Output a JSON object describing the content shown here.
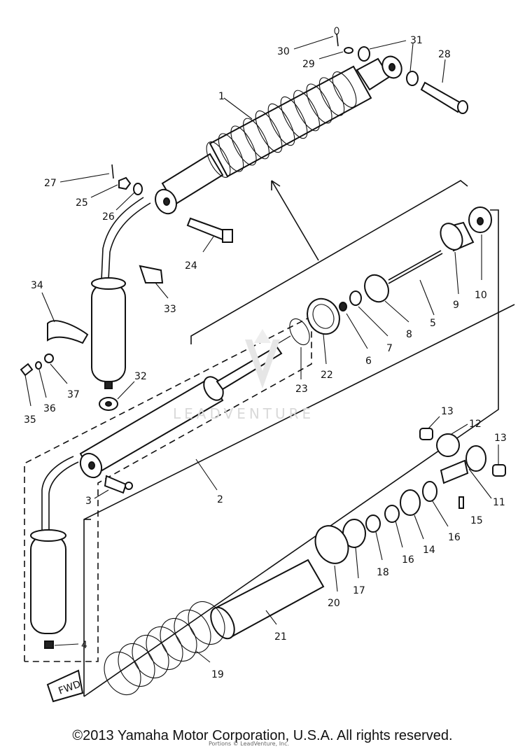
{
  "diagram": {
    "watermark": "LEADVENTURE",
    "fwd_label": "FWD",
    "callouts": [
      "1",
      "2",
      "3",
      "4",
      "5",
      "6",
      "7",
      "8",
      "9",
      "10",
      "11",
      "12",
      "13",
      "13",
      "14",
      "15",
      "16",
      "16",
      "17",
      "18",
      "19",
      "20",
      "21",
      "22",
      "23",
      "24",
      "25",
      "26",
      "27",
      "28",
      "29",
      "30",
      "31",
      "32",
      "33",
      "34",
      "35",
      "36",
      "37"
    ]
  },
  "footer": {
    "copyright": "©2013 Yamaha Motor Corporation, U.S.A. All rights reserved.",
    "credit": "Portions © LeadVenture, Inc."
  }
}
